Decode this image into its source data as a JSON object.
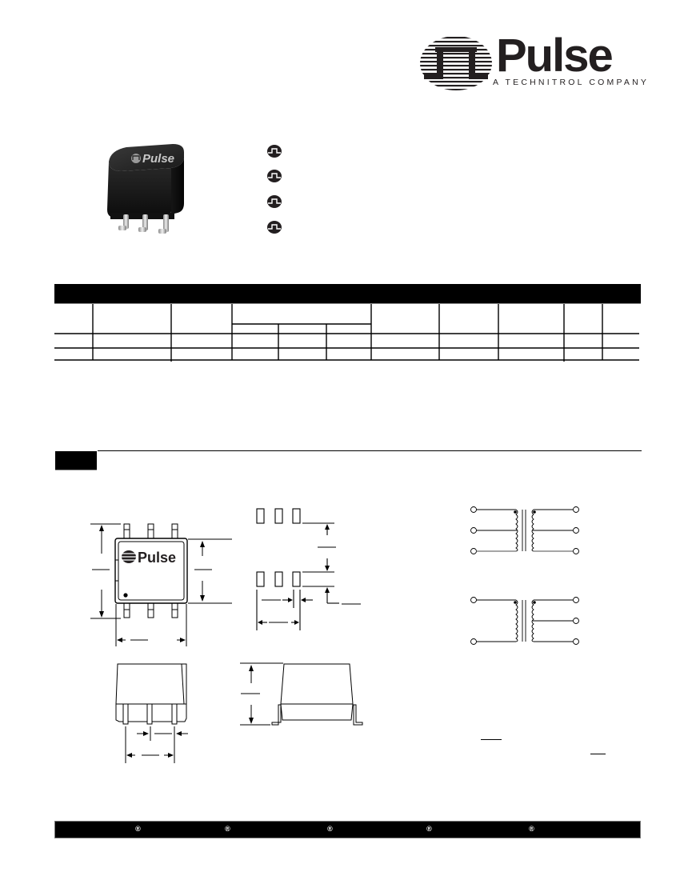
{
  "header": {
    "logo": {
      "wordmark": "Pulse",
      "tagline": "A TECHNITROL COMPANY",
      "icon": "pulse-waveform-globe-icon"
    }
  },
  "product": {
    "photo_marking": "Pulse",
    "photo_icon": "transformer-component-photo"
  },
  "features": {
    "bullets": [
      {
        "icon": "pulse-bullet-icon",
        "text": ""
      },
      {
        "icon": "pulse-bullet-icon",
        "text": ""
      },
      {
        "icon": "pulse-bullet-icon",
        "text": ""
      },
      {
        "icon": "pulse-bullet-icon",
        "text": ""
      }
    ]
  },
  "spec_table": {
    "title": "",
    "columns": [
      "",
      "",
      "",
      "",
      "",
      "",
      "",
      "",
      "",
      "",
      ""
    ],
    "group_header": "",
    "sub_columns": [
      "",
      "",
      ""
    ],
    "rows": [
      [
        "",
        "",
        "",
        "",
        "",
        "",
        "",
        "",
        "",
        "",
        ""
      ],
      [
        "",
        "",
        "",
        "",
        "",
        "",
        "",
        "",
        "",
        "",
        ""
      ]
    ]
  },
  "mechanical": {
    "section_title": "",
    "top_view_marking": "Pulse",
    "dimension_labels": [],
    "schematic_labels": []
  },
  "footer": {
    "items": [
      "",
      "",
      "",
      "",
      ""
    ],
    "separators": [
      "®",
      "®",
      "®",
      "®",
      "®"
    ]
  },
  "colors": {
    "ink": "#000000",
    "logo_ink": "#231f20",
    "divider_gray": "#888888",
    "background": "#ffffff"
  }
}
